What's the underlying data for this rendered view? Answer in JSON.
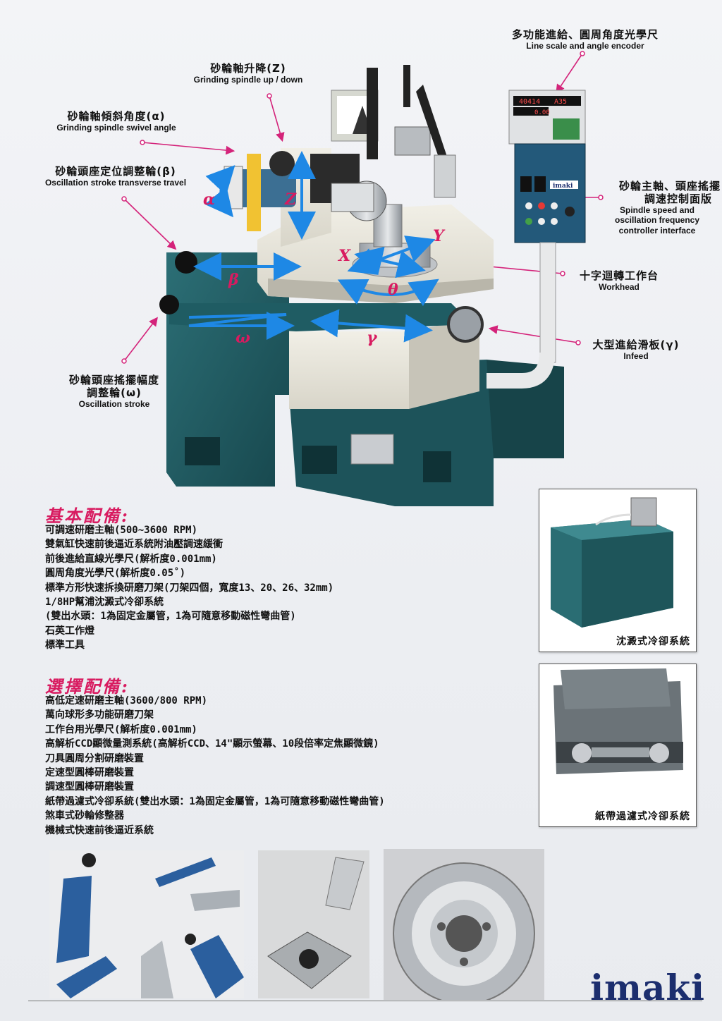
{
  "callouts": {
    "encoder": {
      "zh": "多功能進給、圓周角度光學尺",
      "en": "Line scale and angle encoder"
    },
    "spindle_updown": {
      "zh": "砂輪軸升降(Z)",
      "en": "Grinding spindle up / down"
    },
    "swivel": {
      "zh": "砂輪軸傾斜角度(α)",
      "en": "Grinding spindle swivel angle"
    },
    "transverse": {
      "zh": "砂輪頭座定位調整輪(β)",
      "en": "Oscillation stroke transverse travel"
    },
    "controller": {
      "zh1": "砂輪主軸、頭座搖擺",
      "zh2": "調速控制面版",
      "en1": "Spindle speed and",
      "en2": "oscillation frequency",
      "en3": "controller interface"
    },
    "workhead": {
      "zh": "十字迴轉工作台",
      "en": "Workhead"
    },
    "infeed": {
      "zh": "大型進給滑板(γ)",
      "en": "Infeed"
    },
    "oscillation": {
      "zh1": "砂輪頭座搖擺幅度",
      "zh2": "調整輪(ω)",
      "en": "Oscillation stroke"
    }
  },
  "axis_labels": {
    "alpha": "α",
    "z": "Z",
    "beta": "β",
    "x": "X",
    "y": "Y",
    "theta": "θ",
    "omega": "ω",
    "gamma": "γ"
  },
  "panel_text": {
    "brand": "imaki",
    "display1": "40414",
    "display2": "A35",
    "display3": "0.00"
  },
  "standard": {
    "title": "基本配備:",
    "items": [
      "可調速研磨主軸(500~3600 RPM)",
      "雙氣缸快速前後逼近系統附油壓調速緩衝",
      "前後進給直線光學尺(解析度0.001mm)",
      "圓周角度光學尺(解析度0.05˚)",
      "標準方形快速拆換研磨刀架(刀架四個，寬度13、20、26、32mm)",
      "1/8HP幫浦沈澱式冷卻系統",
      "(雙出水頭：1為固定金屬管，1為可隨意移動磁性彎曲管)",
      "石英工作燈",
      "標準工具"
    ]
  },
  "optional": {
    "title": "選擇配備:",
    "items": [
      "高低定速研磨主軸(3600/800 RPM)",
      "萬向球形多功能研磨刀架",
      "工作台用光學尺(解析度0.001mm)",
      "高解析CCD顯微量測系統(高解析CCD、14\"顯示螢幕、10段倍率定焦顯微鏡)",
      "刀具圓周分割研磨裝置",
      "定速型圓棒研磨裝置",
      "調速型圓棒研磨裝置",
      "紙帶過濾式冷卻系統(雙出水頭：1為固定金屬管，1為可隨意移動磁性彎曲管)",
      "煞車式砂輪修整器",
      "機械式快速前後逼近系統"
    ]
  },
  "photos": {
    "settling_caption": "沈澱式冷卻系統",
    "paper_caption": "紙帶過濾式冷卻系統"
  },
  "brand": "imaki",
  "colors": {
    "accent": "#d81b60",
    "arrow": "#1e88e5",
    "machine_teal": "#1f5c63",
    "brand_navy": "#1c2e6e"
  }
}
